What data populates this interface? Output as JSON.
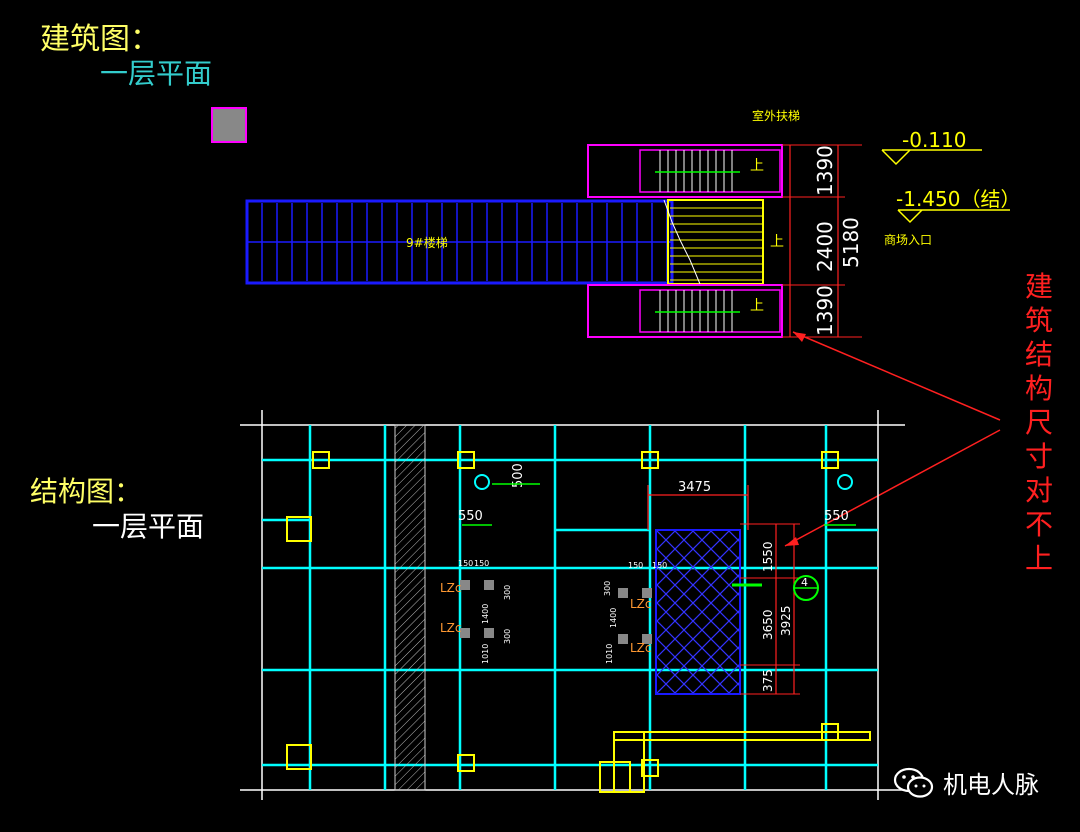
{
  "titles": {
    "architecture": "建筑图：",
    "architecture_sub": "一层平面",
    "structure": "结构图：",
    "structure_sub": "一层平面",
    "note": "建筑结构尺寸对不上"
  },
  "architectural_plan": {
    "outdoor_stair_label": "室外扶梯",
    "stair_9_label": "9#楼梯",
    "up_label": "上",
    "dims": [
      "1390",
      "2400",
      "1390",
      "5180"
    ],
    "level_1": "-0.110",
    "level_2": "-1.450（结）",
    "entrance_label": "商场入口"
  },
  "structural_plan": {
    "dim_3475": "3475",
    "dim_550_a": "550",
    "dim_550_b": "550",
    "dim_500": "500",
    "dim_1550": "1550",
    "dim_3650": "3650",
    "dim_3925": "3925",
    "dim_375": "375",
    "axis_4": "4",
    "lz_labels": [
      "LZc",
      "LZc",
      "LZc",
      "LZc"
    ],
    "small_dims": [
      "150",
      "150",
      "300",
      "1400",
      "300",
      "1010",
      "150",
      "150",
      "300",
      "1400",
      "1010"
    ]
  },
  "watermark": "机电人脉",
  "colors": {
    "yellow": "#ffff00",
    "cyan": "#00ffff",
    "magenta": "#ff00ff",
    "blue": "#1a1aff",
    "red": "#ff2020",
    "green": "#00ff00",
    "white": "#ffffff",
    "gray": "#888888"
  }
}
